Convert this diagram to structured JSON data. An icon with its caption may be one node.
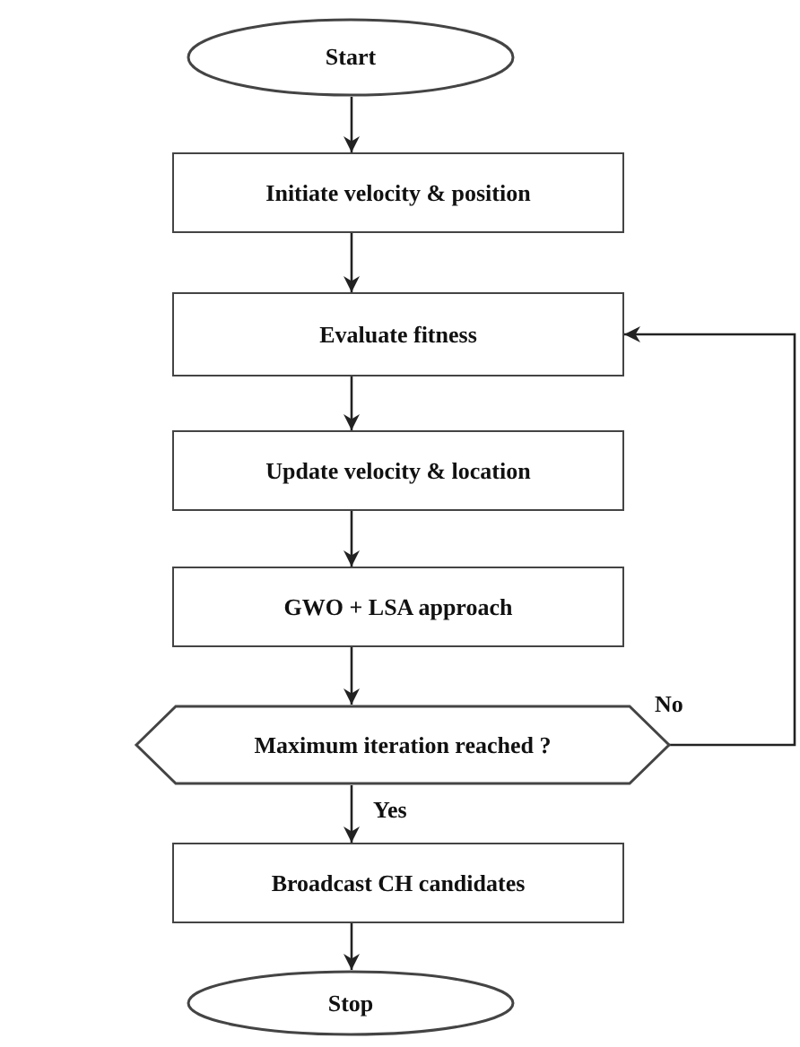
{
  "diagram": {
    "nodes": [
      {
        "text": [
          "Start"
        ]
      },
      {
        "text": [
          "Initiate velocity & position"
        ]
      },
      {
        "text": [
          "Evaluate fitness"
        ]
      },
      {
        "text": [
          "Update velocity & location"
        ]
      },
      {
        "text": [
          "GWO + LSA approach"
        ]
      },
      {
        "text": [
          "Maximum iteration reached ?"
        ]
      },
      {
        "text": [
          "Broadcast CH candidates"
        ]
      },
      {
        "text": [
          "Stop"
        ]
      }
    ],
    "edges": [
      {
        "from": 0,
        "to": 1,
        "arrow": "to"
      },
      {
        "from": 1,
        "to": 2,
        "arrow": "to"
      },
      {
        "from": 2,
        "to": 3,
        "arrow": "to"
      },
      {
        "from": 3,
        "to": 4,
        "arrow": "to"
      },
      {
        "from": 4,
        "to": 5,
        "arrow": "to"
      },
      {
        "from": 5,
        "to": 6,
        "arrow": "to",
        "label": "Yes"
      },
      {
        "from": 6,
        "to": 7,
        "arrow": "to"
      },
      {
        "from": 5,
        "to": 2,
        "arrow": "to",
        "label": "No"
      }
    ]
  }
}
